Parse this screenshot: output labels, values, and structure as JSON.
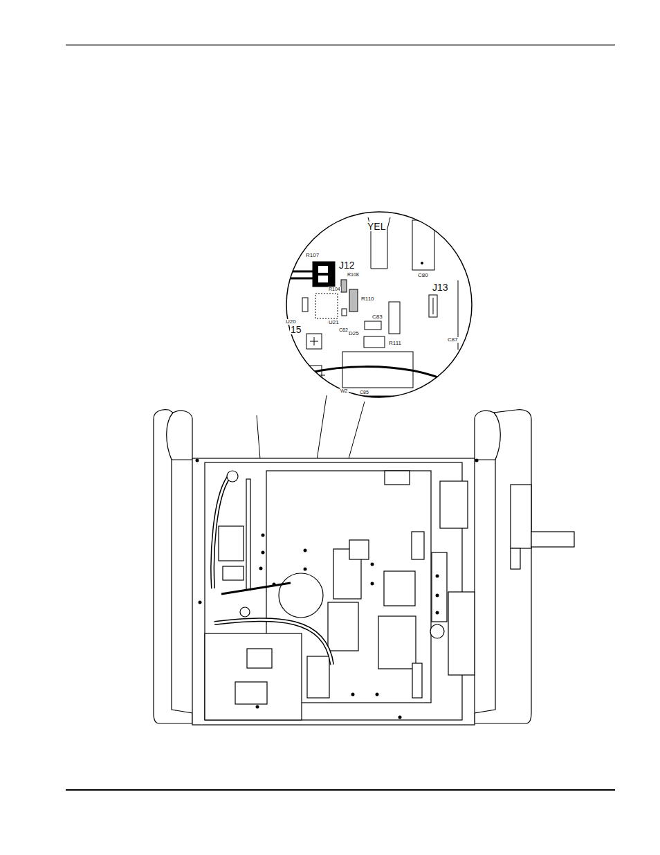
{
  "diagram": {
    "labels": [
      "YEL",
      "R107",
      "J12",
      "R108",
      "C80",
      "J13",
      "R104",
      "R110",
      "U20",
      "U21",
      "C82",
      "C83",
      "D25",
      "R111",
      "C87",
      "15",
      "W2",
      "C85"
    ]
  }
}
